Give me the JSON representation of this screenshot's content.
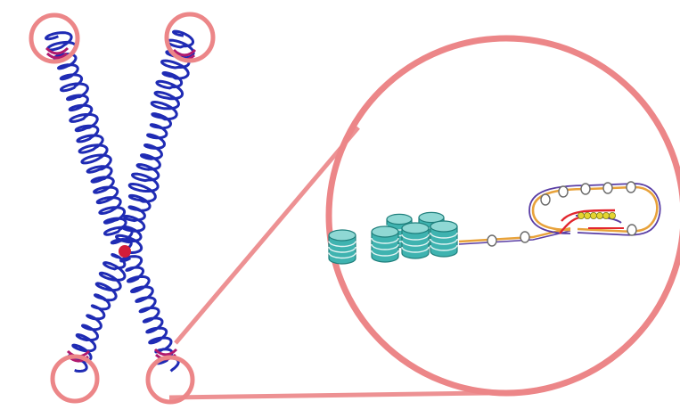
{
  "diagram": {
    "elements": [
      "chromosome",
      "telomere-highlights",
      "centromere",
      "zoom-lens",
      "nucleosome-stack",
      "linker-dna",
      "telomere-t-loop",
      "d-loop"
    ]
  },
  "colors": {
    "chromosome_blue": "#1f2bb4",
    "telomere_magenta": "#b01a6e",
    "centromere_red": "#d21d3a",
    "highlight_pink": "#ec8688",
    "nucleosome_teal": "#3fb3b0",
    "nucleosome_teal_dark": "#1f7f7c",
    "dna_orange": "#e8a23a",
    "dna_purple": "#5a3ea5",
    "dloop_red": "#e2262e",
    "dloop_yellow": "#e4d430"
  }
}
